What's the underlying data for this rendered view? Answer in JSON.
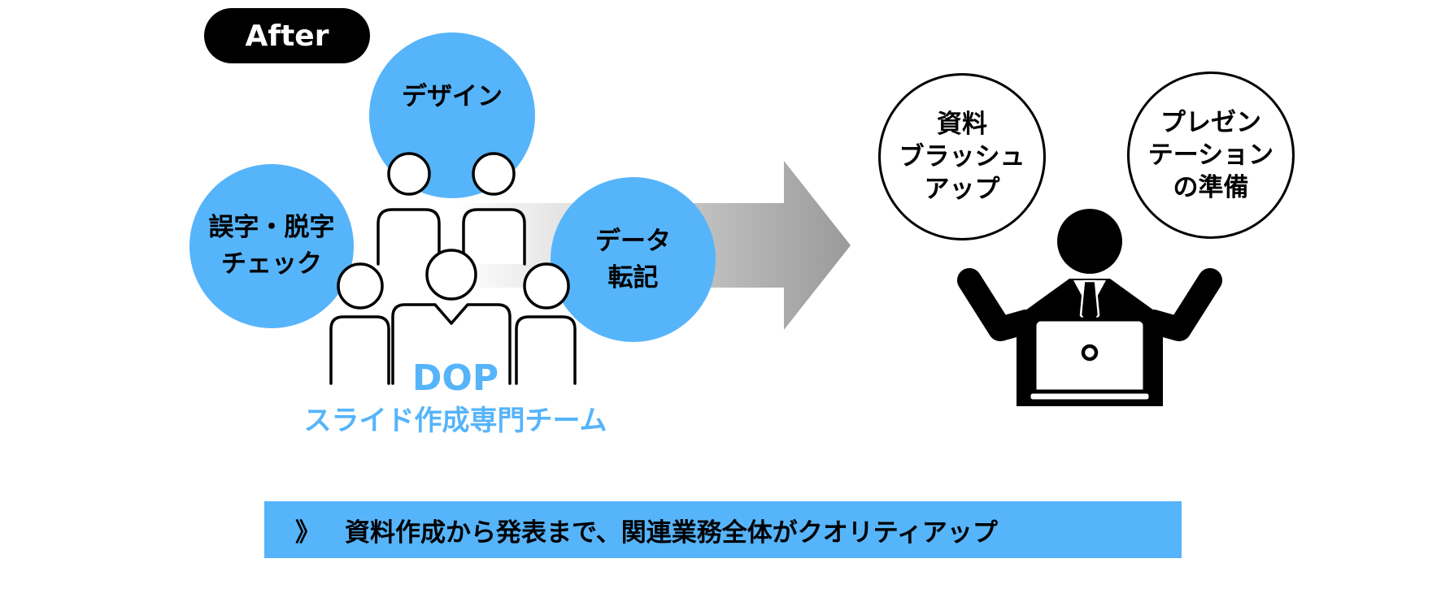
{
  "badge": {
    "label": "After"
  },
  "bubbles": {
    "design": {
      "text": "デザイン"
    },
    "typo": {
      "line1": "誤字・脱字",
      "line2": "チェック"
    },
    "data": {
      "line1": "データ",
      "line2": "転記"
    }
  },
  "team": {
    "name": "DOP",
    "subtitle": "スライド作成専門チーム"
  },
  "outcomes": {
    "materials": {
      "line1": "資料",
      "line2": "ブラッシュ",
      "line3": "アップ"
    },
    "presentation": {
      "line1": "プレゼン",
      "line2": "テーション",
      "line3": "の準備"
    }
  },
  "banner": {
    "mark": "》",
    "text": "資料作成から発表まで、関連業務全体がクオリティアップ"
  },
  "colors": {
    "accent": "#56b4fa",
    "ink": "#000000",
    "arrow_start": "#ffffff",
    "arrow_end": "#9a9a9a"
  }
}
